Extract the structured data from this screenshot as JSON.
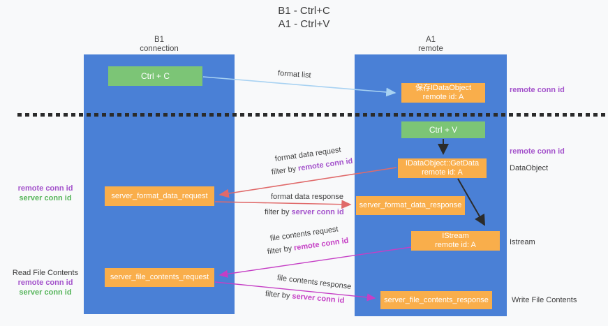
{
  "title": {
    "line1": "B1 - Ctrl+C",
    "line2": "A1 - Ctrl+V"
  },
  "columns": {
    "left": {
      "title": "B1",
      "subtitle": "connection"
    },
    "right": {
      "title": "A1",
      "subtitle": "remote"
    }
  },
  "nodes": {
    "ctrl_c": {
      "label": "Ctrl + C"
    },
    "ctrl_v": {
      "label": "Ctrl + V"
    },
    "save_dataobject": {
      "line1": "保存IDataObject",
      "line2": "remote id: A"
    },
    "getdata": {
      "line1": "IDataObject::GetData",
      "line2": "remote id: A"
    },
    "istream": {
      "line1": "IStream",
      "line2": "remote id: A"
    },
    "server_format_data_request": {
      "label": "server_format_data_request"
    },
    "server_format_data_response": {
      "label": "server_format_data_response"
    },
    "server_file_contents_request": {
      "label": "server_file_contents_request"
    },
    "server_file_contents_response": {
      "label": "server_file_contents_response"
    }
  },
  "side_labels": {
    "remote_conn_id_top": "remote conn id",
    "remote_conn_id_mid": "remote conn id",
    "dataobject": "DataObject",
    "istream": "Istream",
    "write_file_contents": "Write File Contents",
    "format_left_remote": "remote conn id",
    "format_left_server": "server conn id",
    "read_file_contents": "Read File Contents",
    "file_left_remote": "remote conn id",
    "file_left_server": "server conn id"
  },
  "arrow_labels": {
    "format_list": "format list",
    "format_data_request": "format data request",
    "format_data_request_filter_prefix": "filter by ",
    "format_data_request_filter_key": "remote conn id",
    "format_data_response": "format data response",
    "format_data_response_filter_prefix": "filter by ",
    "format_data_response_filter_key": "server conn id",
    "file_contents_request": "file contents request",
    "file_contents_request_filter_prefix": "filter by ",
    "file_contents_request_filter_key": "remote conn id",
    "file_contents_response": "file contents response",
    "file_contents_response_filter_prefix": "filter by ",
    "file_contents_response_filter_key": "server conn id"
  },
  "colors": {
    "column_blue": "#4a80d6",
    "box_green": "#7cc576",
    "box_orange": "#f9ae4b",
    "arrow_light_blue": "#a8d2f2",
    "arrow_red": "#e06a6a",
    "arrow_magenta": "#c53fc5",
    "arrow_black": "#2b2b2b",
    "text_purple": "#a352cb",
    "text_green": "#57b55b"
  }
}
